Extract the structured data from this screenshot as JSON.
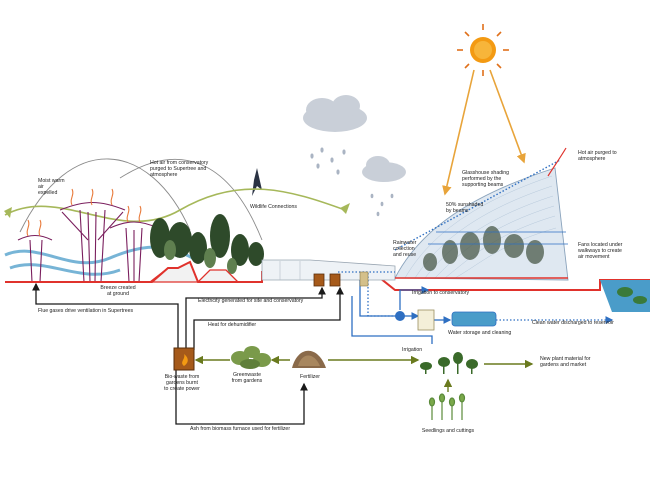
{
  "colors": {
    "ground": "#e0322c",
    "water": "#2e6fc2",
    "energy": "#1a1a1a",
    "biomass": "#6a7a1e",
    "supertree": "#7a1f5e",
    "sun": "#f39a12",
    "sun_ray": "#e8a43a",
    "heat": "#e87a3a",
    "cloud": "#c9cfd8",
    "reservoir": "#4a9cc9",
    "dome": "#b7c9db",
    "foliage": "#2e4a2a"
  },
  "icons": [
    "sun-icon",
    "cloud-icon",
    "rain-icon",
    "bird-icon",
    "supertree-icon",
    "tree-icon",
    "furnace-icon",
    "pump-icon",
    "tank-icon",
    "filter-icon",
    "plant-icon",
    "seedling-icon",
    "compost-icon",
    "greenwaste-icon"
  ],
  "labels": {
    "moist_air": "Moist warm\nair\nexpelled",
    "hot_air_conservatory": "Hot air from conservatory\npurged to Supertree and\natmosphere",
    "wildlife": "Wildlife Connections",
    "breeze": "Breeze created\nat ground",
    "electricity": "Electricity generated for site and conservatory",
    "flue": "Flue gases drive ventilation in Supertrees",
    "heat_dehumidifier": "Heat for dehumidifier",
    "biowaste": "Bio-waste from\ngardens burnt\nto create power",
    "greenwaste": "Greenwaste\nfrom gardens",
    "fertilizer": "Fertilizer",
    "ash": "Ash from biomass furnace used for fertilizer",
    "glasshouse_shading": "Glasshouse shading\nperformed by the\nsupporting beams",
    "sunshade": "50% sunshaded\nby beams",
    "hot_air_purged": "Hot air purged to\natmosphere",
    "rainwater": "Rainwater\ncollection\nand reuse",
    "fans": "Fans located under\nwalkways to create\nair movement",
    "irrigation_conservatory": "Irrigation to conservatory",
    "water_storage": "Water storage and cleaning",
    "clean_water": "Clean water discharged to reservoir",
    "irrigation": "Irrigation",
    "new_plants": "New plant material for\ngardens and market",
    "seedlings": "Seedlings and cuttings"
  }
}
